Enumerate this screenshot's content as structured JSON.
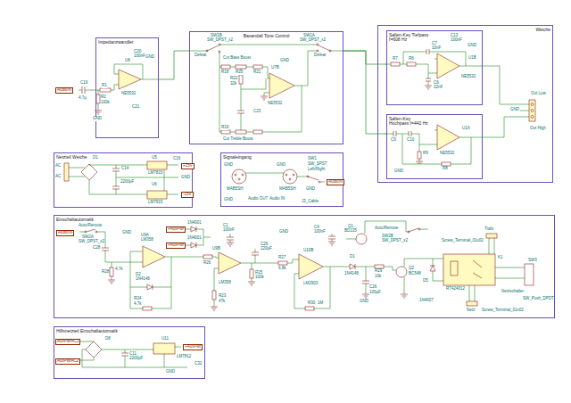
{
  "diagram": {
    "nodes": [
      {
        "text": [
          "Impedanzwandler"
        ]
      },
      {
        "text": [
          "Baxandall Tone Control"
        ]
      },
      {
        "text": [
          "Weiche"
        ]
      },
      {
        "text": [
          "Sallen-Key Tiefpass f=608 Hz"
        ],
        "in": 2
      },
      {
        "text": [
          "Sallen-Key Hochpass f=442 Hz"
        ],
        "in": 2
      },
      {
        "text": [
          "Netzteil Weiche"
        ]
      },
      {
        "text": [
          "Signaleingang"
        ]
      },
      {
        "text": [
          "Einschaltautomatik"
        ]
      },
      {
        "text": [
          "Hilfsnetzteil Einschaltautomatik"
        ]
      }
    ],
    "edges": [
      {
        "from": 0,
        "to": 1,
        "arrow": "none"
      },
      {
        "from": 1,
        "to": 3,
        "arrow": "none"
      },
      {
        "from": 1,
        "to": 4,
        "arrow": "none"
      }
    ],
    "labels": [
      "AudioIN",
      "C19",
      "4,7µ",
      "R1",
      "R2",
      "100k",
      "U8",
      "NE5532",
      "C20",
      "100nF",
      "C21",
      "GND",
      "GND",
      "SW1B",
      "SW_DPST_x2",
      "Defeat",
      "Cut Bass Boost",
      "R18",
      "R20",
      "R21",
      "R22",
      "32k",
      "C23",
      "GND",
      "U7B",
      "NE5532",
      "SW1A",
      "SW_DPST_x2",
      "Defeat",
      "R19",
      "Cut Treble Boost",
      "R7",
      "R6",
      "C7",
      "10nF",
      "U1B",
      "NE5532",
      "C6",
      "22nF",
      "C13",
      "100nF",
      "GND",
      "C9",
      "C10",
      "R8",
      "R9",
      "U1A",
      "NE5532",
      "GND",
      "Out Low",
      "GND",
      "Out High",
      "AC",
      "AC",
      "D1",
      "C14",
      "2200µF",
      "U5",
      "LM7815",
      "U6",
      "LM7915",
      "C16",
      "+15V",
      "GND",
      "-15V",
      "GND",
      "MAB5SH",
      "GND",
      "GND",
      "MAB5SH",
      "Audio OUT",
      "Audio IN",
      "SW1",
      "SW_SPST",
      "Left/Right",
      "AudioIN",
      "GND",
      "J3_Cable",
      "AudioIN",
      "Auto/Remote",
      "SW2A",
      "SW_DPST_x2",
      "C28",
      "GND",
      "U9A",
      "LM358",
      "R28",
      "4,7k",
      "D2",
      "1N4148",
      "R24",
      "4,7k",
      "+AuxPwr",
      "1N4001",
      "+AuxPwr",
      "1N4001",
      "C1",
      "100nF",
      "U9B",
      "LM358",
      "R26",
      "C25",
      "220µF",
      "R25",
      "100k",
      "R23",
      "47k",
      "GND",
      "C4",
      "100nF",
      "U10B",
      "LM2903",
      "R27",
      "6,8k",
      "R30",
      "1M",
      "Q1",
      "BD135",
      "Auto/Remote",
      "SW2B",
      "SW_DPST_x2",
      "D1",
      "1N4148",
      "R29",
      "10k",
      "C26",
      "100µF",
      "Q2",
      "BC548",
      "D5",
      "1N4007",
      "Trafo",
      "Screw_Terminal_01x02",
      "K1",
      "RT424012",
      "Netzschalter",
      "SW3",
      "SW_Push_DPDT",
      "Netz",
      "Screw_Terminal_01x02",
      "GND",
      "AuxPwrAC1",
      "AuxPwrAC2",
      "D8",
      "C11",
      "2200µF",
      "U11",
      "LM7812",
      "+AuxPwr",
      "GND",
      "C32"
    ]
  }
}
